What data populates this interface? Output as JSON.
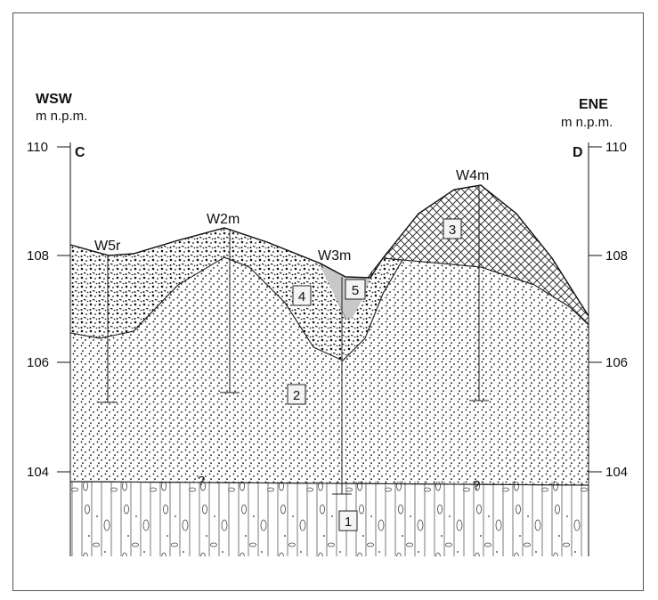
{
  "left_side": {
    "direction": "WSW",
    "unit": "m n.p.m.",
    "section_mark": "C"
  },
  "right_side": {
    "direction": "ENE",
    "unit": "m n.p.m.",
    "section_mark": "D"
  },
  "elevation_ticks": [
    "110",
    "108",
    "106",
    "104"
  ],
  "wells": [
    {
      "name": "W5r"
    },
    {
      "name": "W2m"
    },
    {
      "name": "W3m"
    },
    {
      "name": "W4m"
    }
  ],
  "layers": [
    "1",
    "2",
    "3",
    "4",
    "5"
  ],
  "uncertain_marks": [
    "?",
    "?"
  ]
}
